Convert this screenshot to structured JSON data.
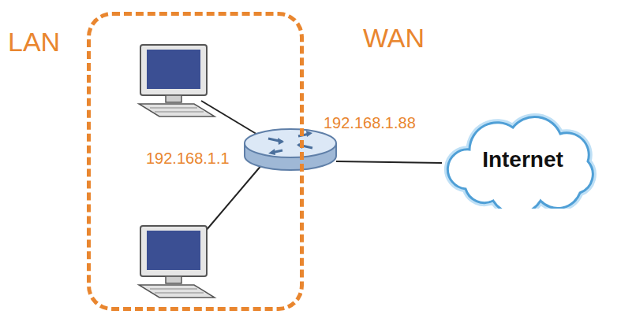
{
  "diagram": {
    "nodes": [
      {
        "text": [
          "LAN"
        ]
      },
      {
        "text": [
          "Internet"
        ]
      }
    ],
    "labels": [
      "WAN",
      "192.168.1.1",
      "192.168.1.88"
    ]
  }
}
